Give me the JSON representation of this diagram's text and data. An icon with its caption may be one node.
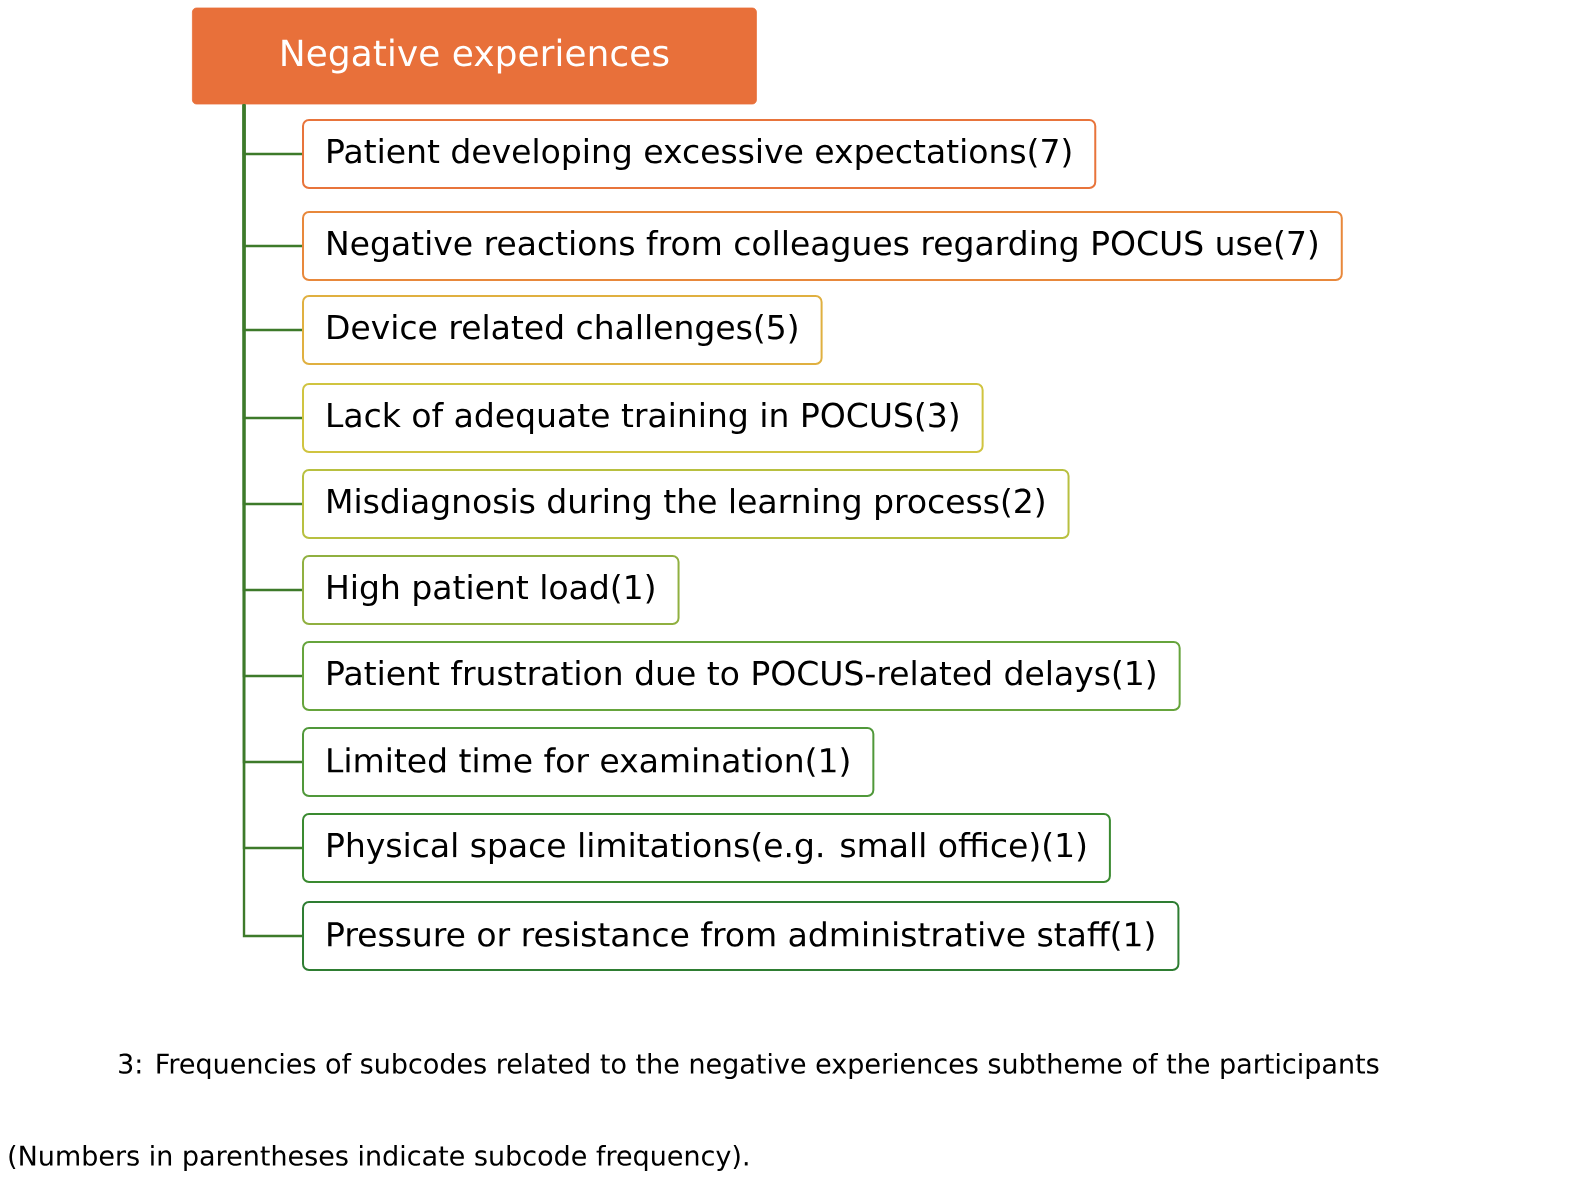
{
  "diagram": {
    "caption": "3: Frequencies of subcodes related to the negative experiences subtheme of the participants",
    "nodes": [
      {
        "text": [
          "Negative experiences"
        ]
      },
      {
        "text": [
          "Patient developing excessive expectations(7)"
        ]
      },
      {
        "text": [
          "Negative reactions from colleagues regarding POCUS use(7)"
        ]
      },
      {
        "text": [
          "Device related challenges(5)"
        ]
      },
      {
        "text": [
          "Lack of adequate training in POCUS(3)"
        ]
      },
      {
        "text": [
          "Misdiagnosis during the learning process(2)"
        ]
      },
      {
        "text": [
          "High patient load(1)"
        ]
      },
      {
        "text": [
          "Patient frustration due to POCUS-related delays(1)"
        ]
      },
      {
        "text": [
          "Limited time for examination(1)"
        ]
      },
      {
        "text": [
          "Physical space limitations(e.g. small office)(1)"
        ]
      },
      {
        "text": [
          "Pressure or resistance from administrative staff(1)"
        ]
      }
    ],
    "edges": [
      {
        "from": 0,
        "to": 1,
        "arrow": "none"
      },
      {
        "from": 0,
        "to": 2,
        "arrow": "none"
      },
      {
        "from": 0,
        "to": 3,
        "arrow": "none"
      },
      {
        "from": 0,
        "to": 4,
        "arrow": "none"
      },
      {
        "from": 0,
        "to": 5,
        "arrow": "none"
      },
      {
        "from": 0,
        "to": 6,
        "arrow": "none"
      },
      {
        "from": 0,
        "to": 7,
        "arrow": "none"
      },
      {
        "from": 0,
        "to": 8,
        "arrow": "none"
      },
      {
        "from": 0,
        "to": 9,
        "arrow": "none"
      },
      {
        "from": 0,
        "to": 10,
        "arrow": "none"
      }
    ],
    "labels": [
      "(Numbers in parentheses indicate subcode frequency)."
    ]
  }
}
